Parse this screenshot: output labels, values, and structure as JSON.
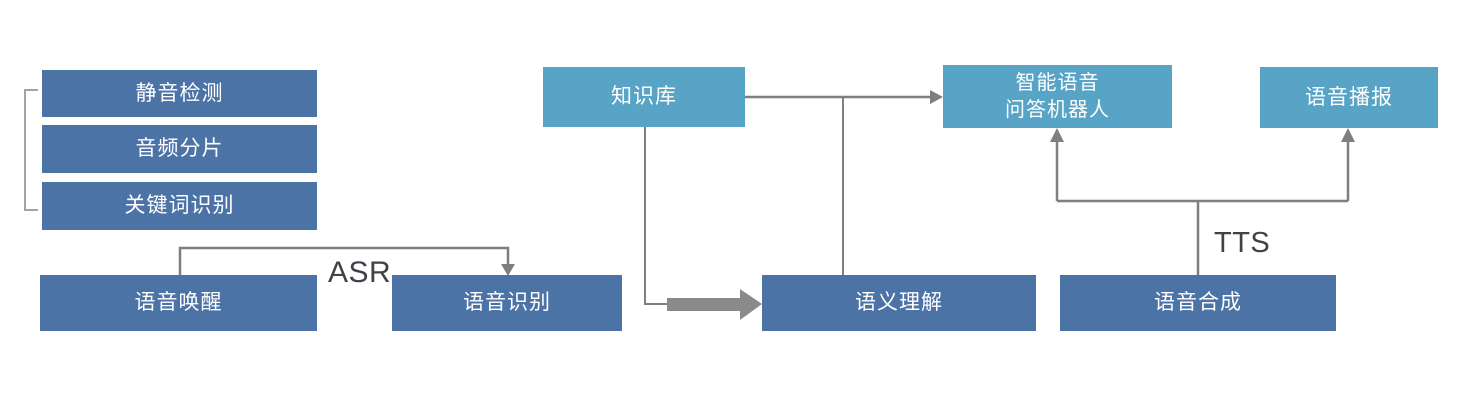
{
  "diagram": {
    "colors": {
      "background": "#ffffff",
      "dark_box": "#4b73a5",
      "teal_box": "#58a4c6",
      "box_text": "#ffffff",
      "connector": "#7f7f7f",
      "thick_arrow": "#8a8a8a",
      "bracket": "#a3a3a3",
      "annotation_text": "#3e4349"
    },
    "nodes": {
      "silence_detection": {
        "label": "静音检测"
      },
      "audio_slicing": {
        "label": "音频分片"
      },
      "keyword_recognition": {
        "label": "关键词识别"
      },
      "voice_wakeup": {
        "label": "语音唤醒"
      },
      "speech_recognition": {
        "label": "语音识别"
      },
      "knowledge_base": {
        "label": "知识库"
      },
      "semantic_understanding": {
        "label": "语义理解"
      },
      "qa_robot": {
        "line1": "智能语音",
        "line2": "问答机器人"
      },
      "voice_broadcast": {
        "label": "语音播报"
      },
      "speech_synthesis": {
        "label": "语音合成"
      }
    },
    "edge_labels": {
      "asr": "ASR",
      "tts": "TTS"
    }
  }
}
